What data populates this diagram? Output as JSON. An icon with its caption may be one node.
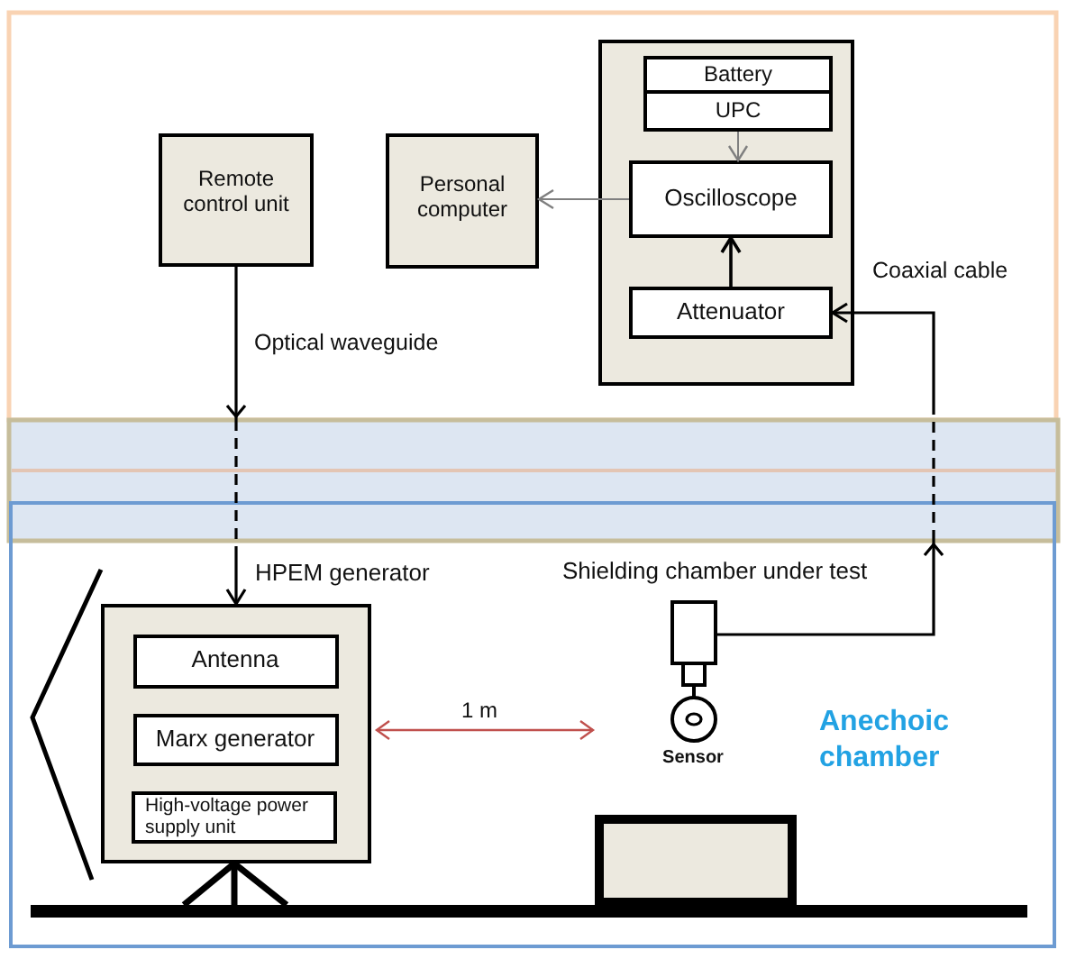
{
  "diagram": {
    "nodes": [
      {
        "text": [
          "Remote control unit"
        ]
      },
      {
        "text": [
          "Personal computer"
        ]
      },
      {
        "text": [],
        "shape": "box"
      },
      {
        "text": [
          "Battery"
        ],
        "in": 2
      },
      {
        "text": [
          "UPC"
        ],
        "in": 2
      },
      {
        "text": [
          "Oscilloscope"
        ],
        "in": 2
      },
      {
        "text": [
          "Attenuator"
        ],
        "in": 2
      },
      {
        "text": [
          "Anechoic chamber"
        ]
      },
      {
        "text": [
          "HPEM generator"
        ],
        "in": 7
      },
      {
        "text": [
          "Antenna"
        ],
        "in": 8
      },
      {
        "text": [
          "Marx generator"
        ],
        "in": 8
      },
      {
        "text": [
          "High-voltage power supply unit"
        ],
        "in": 8
      },
      {
        "text": [
          "Sensor"
        ],
        "in": 7
      },
      {
        "text": [],
        "shape": "box",
        "in": 7
      }
    ],
    "edges": [
      {
        "from": 4,
        "to": 5,
        "arrow": "to",
        "color": "#7f7f7f"
      },
      {
        "from": 5,
        "to": 1,
        "arrow": "to",
        "color": "#7f7f7f"
      },
      {
        "from": 6,
        "to": 5,
        "arrow": "to"
      },
      {
        "from": 0,
        "to": 8,
        "arrow": "to",
        "label": "Optical waveguide",
        "style": "dashed"
      },
      {
        "from": 12,
        "to": 6,
        "arrow": "to",
        "label": "Coaxial cable",
        "style": "dashed"
      }
    ],
    "labels": [
      "Shielding chamber under test",
      "1 m"
    ]
  }
}
